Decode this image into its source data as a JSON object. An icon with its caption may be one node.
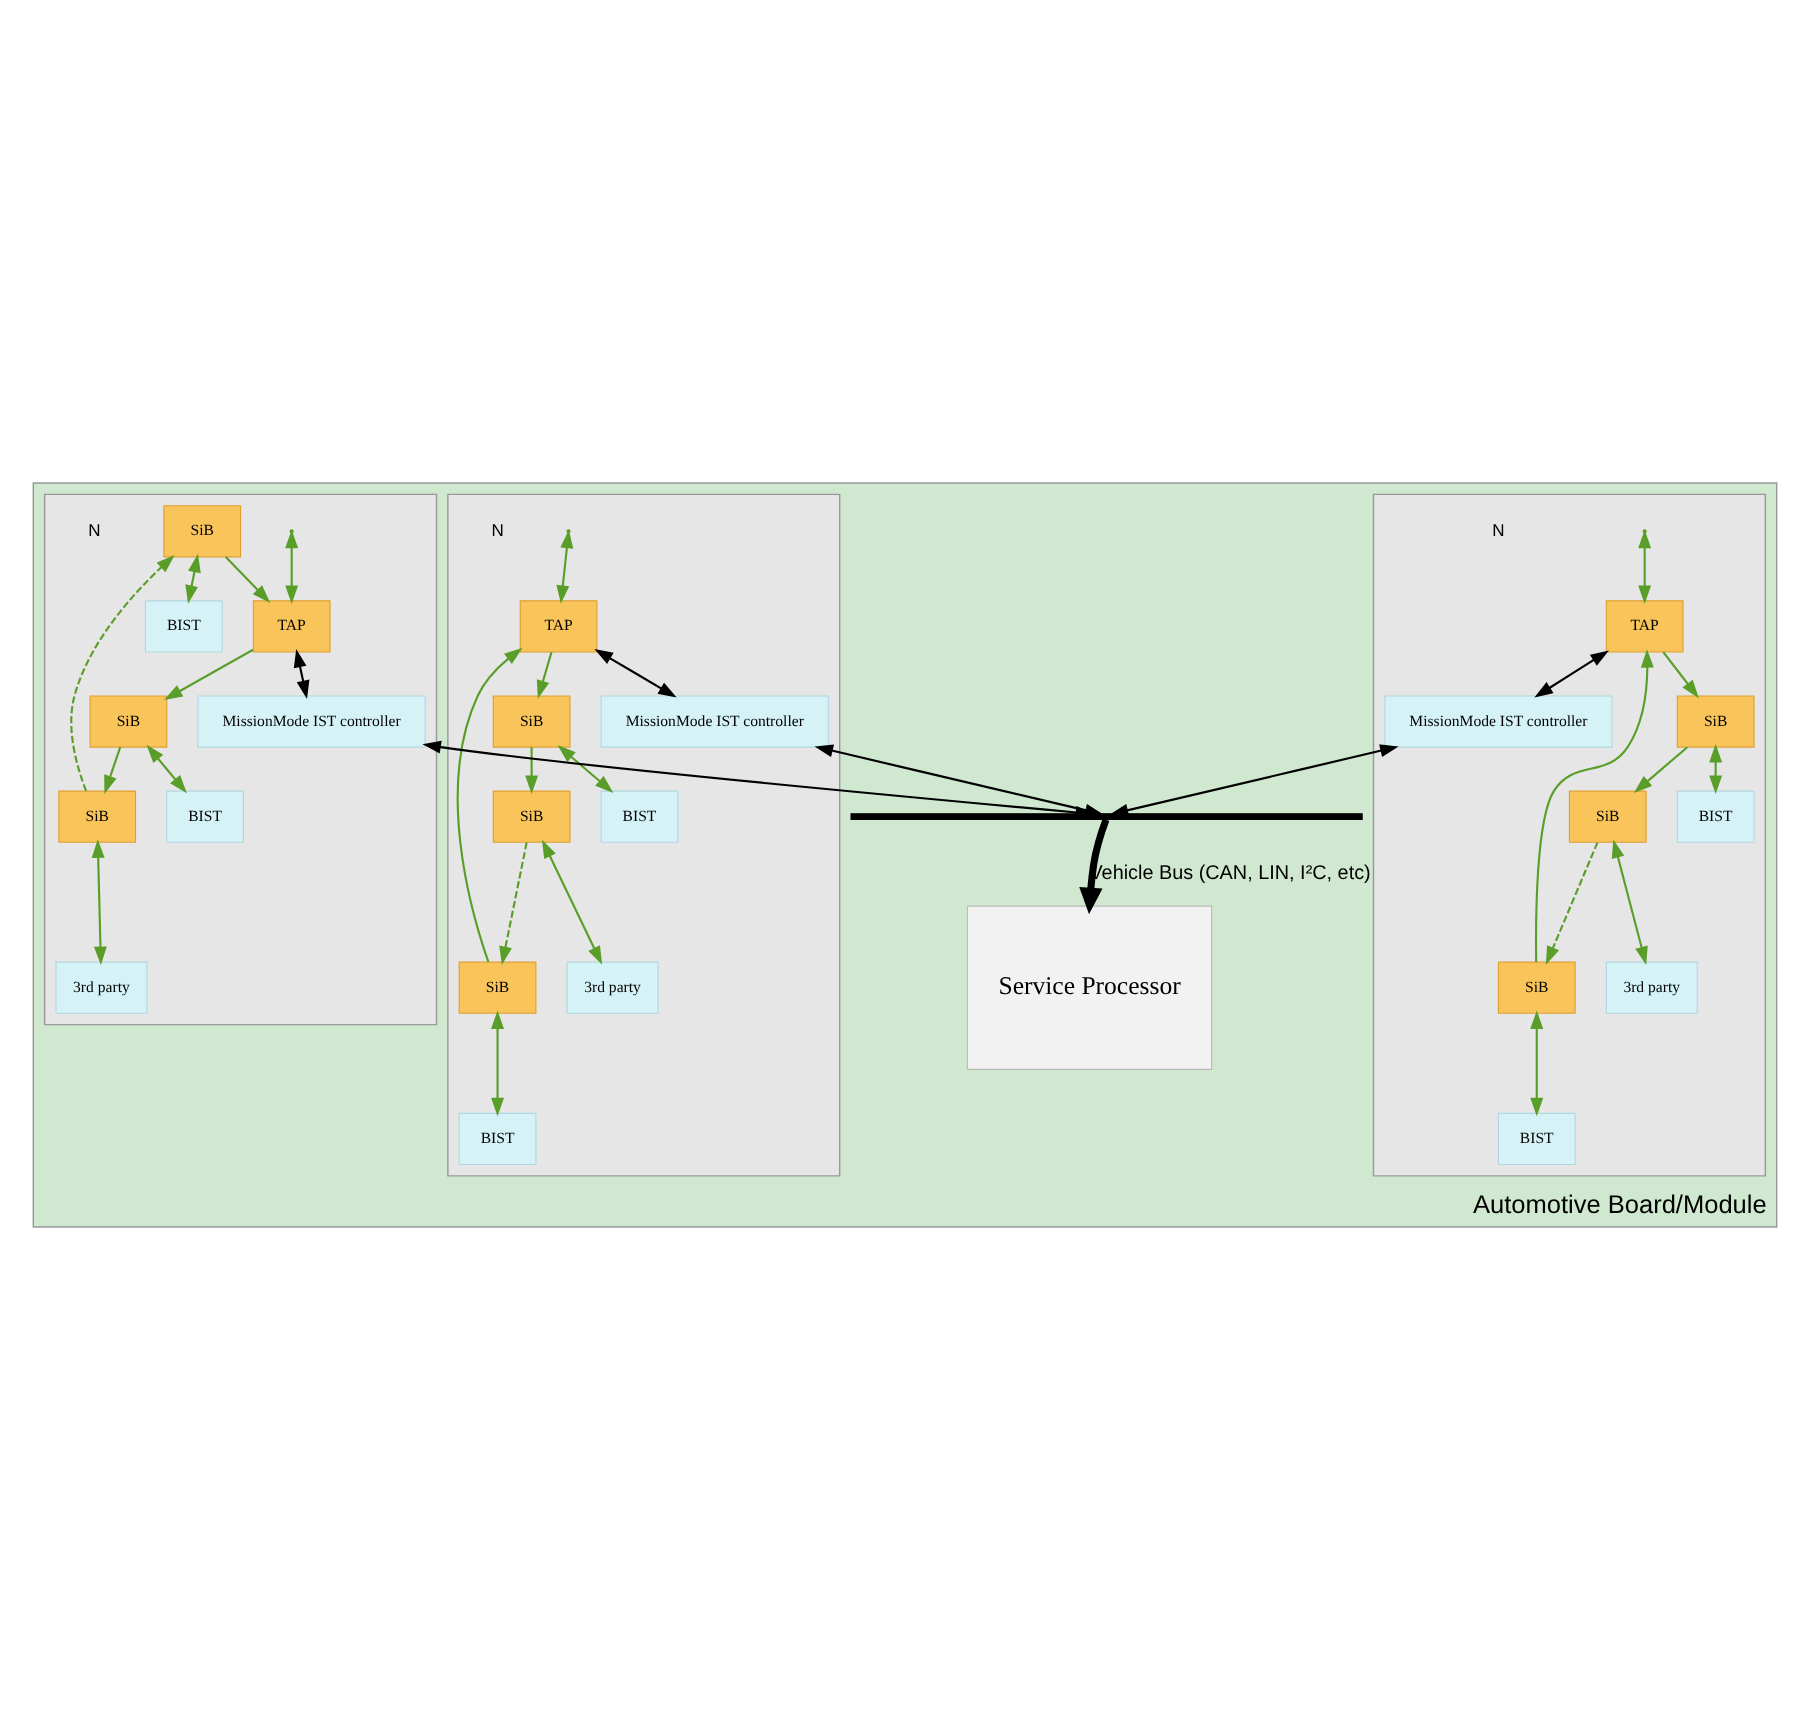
{
  "diagram": {
    "nodes": [
      {
        "text": [
          "Automotive Board/Module"
        ]
      },
      {
        "text": [],
        "shape": "box",
        "in": 0
      },
      {
        "text": [
          "TAP"
        ],
        "in": 1
      },
      {
        "text": [
          "SiB"
        ],
        "in": 1
      },
      {
        "text": [
          "BIST"
        ],
        "in": 1
      },
      {
        "text": [
          "SiB"
        ],
        "in": 1
      },
      {
        "text": [
          "3rd party"
        ],
        "in": 1
      },
      {
        "text": [
          "MissionMode IST controller"
        ],
        "in": 1
      },
      {
        "text": [
          "SiB"
        ],
        "in": 1
      },
      {
        "text": [
          "BIST"
        ],
        "in": 1
      },
      {
        "text": [],
        "shape": "box",
        "in": 0
      },
      {
        "text": [
          "TAP"
        ],
        "in": 10
      },
      {
        "text": [
          "SiB"
        ],
        "in": 10
      },
      {
        "text": [
          "BIST"
        ],
        "in": 10
      },
      {
        "text": [
          "SiB"
        ],
        "in": 10
      },
      {
        "text": [
          "3rd party"
        ],
        "in": 10
      },
      {
        "text": [
          "MissionMode IST controller"
        ],
        "in": 10
      },
      {
        "text": [
          "SiB"
        ],
        "in": 10
      },
      {
        "text": [
          "BIST"
        ],
        "in": 10
      },
      {
        "text": [],
        "shape": "box",
        "in": 0
      },
      {
        "text": [
          "SiB"
        ],
        "in": 19
      },
      {
        "text": [
          "BIST"
        ],
        "in": 19
      },
      {
        "text": [
          "MissionMode IST controller"
        ],
        "in": 19
      },
      {
        "text": [
          "SiB"
        ],
        "in": 19
      },
      {
        "text": [
          "3rd party"
        ],
        "in": 19
      },
      {
        "text": [
          "TAP"
        ],
        "in": 19
      },
      {
        "text": [
          "SiB"
        ],
        "in": 19
      },
      {
        "text": [
          "BIST"
        ],
        "in": 19
      },
      {
        "text": [
          "Service Processor"
        ],
        "in": 0
      },
      {
        "text": [],
        "shape": "bar",
        "in": 0
      }
    ],
    "edges": [
      {
        "from": null,
        "to": 2,
        "arrow": "both"
      },
      {
        "from": 2,
        "to": 3,
        "arrow": "to"
      },
      {
        "from": 3,
        "to": 5,
        "arrow": "to"
      },
      {
        "from": 5,
        "to": 8,
        "arrow": "to",
        "style": "dashed"
      },
      {
        "from": 8,
        "to": 2,
        "arrow": "to"
      },
      {
        "from": 3,
        "to": 4,
        "arrow": "both"
      },
      {
        "from": 5,
        "to": 6,
        "arrow": "both"
      },
      {
        "from": 8,
        "to": 9,
        "arrow": "both"
      },
      {
        "from": 2,
        "to": 7,
        "arrow": "both",
        "color": "#000000"
      },
      {
        "from": null,
        "to": 11,
        "arrow": "both"
      },
      {
        "from": 11,
        "to": 12,
        "arrow": "to"
      },
      {
        "from": 12,
        "to": 14,
        "arrow": "to"
      },
      {
        "from": 14,
        "to": 17,
        "arrow": "to",
        "style": "dashed"
      },
      {
        "from": 17,
        "to": 11,
        "arrow": "to"
      },
      {
        "from": 12,
        "to": 13,
        "arrow": "both"
      },
      {
        "from": 14,
        "to": 15,
        "arrow": "both"
      },
      {
        "from": 17,
        "to": 18,
        "arrow": "both"
      },
      {
        "from": 11,
        "to": 16,
        "arrow": "both",
        "color": "#000000"
      },
      {
        "from": null,
        "to": 25,
        "arrow": "both"
      },
      {
        "from": 25,
        "to": 26,
        "arrow": "to"
      },
      {
        "from": 26,
        "to": 23,
        "arrow": "to"
      },
      {
        "from": 23,
        "to": 20,
        "arrow": "to",
        "style": "dashed"
      },
      {
        "from": 20,
        "to": 25,
        "arrow": "to"
      },
      {
        "from": 20,
        "to": 21,
        "arrow": "both"
      },
      {
        "from": 23,
        "to": 24,
        "arrow": "both"
      },
      {
        "from": 26,
        "to": 27,
        "arrow": "both"
      },
      {
        "from": 25,
        "to": 22,
        "arrow": "both",
        "color": "#000000"
      },
      {
        "from": 7,
        "to": 29,
        "arrow": "both",
        "color": "#000000"
      },
      {
        "from": 16,
        "to": 29,
        "arrow": "both",
        "color": "#000000"
      },
      {
        "from": 22,
        "to": 29,
        "arrow": "both",
        "color": "#000000"
      },
      {
        "from": 29,
        "to": 28,
        "arrow": "to",
        "style": "thick",
        "color": "#000000",
        "label": "Vehicle Bus (CAN, LIN, I²C, etc)"
      }
    ],
    "labels": [
      "N",
      "N",
      "N"
    ]
  }
}
